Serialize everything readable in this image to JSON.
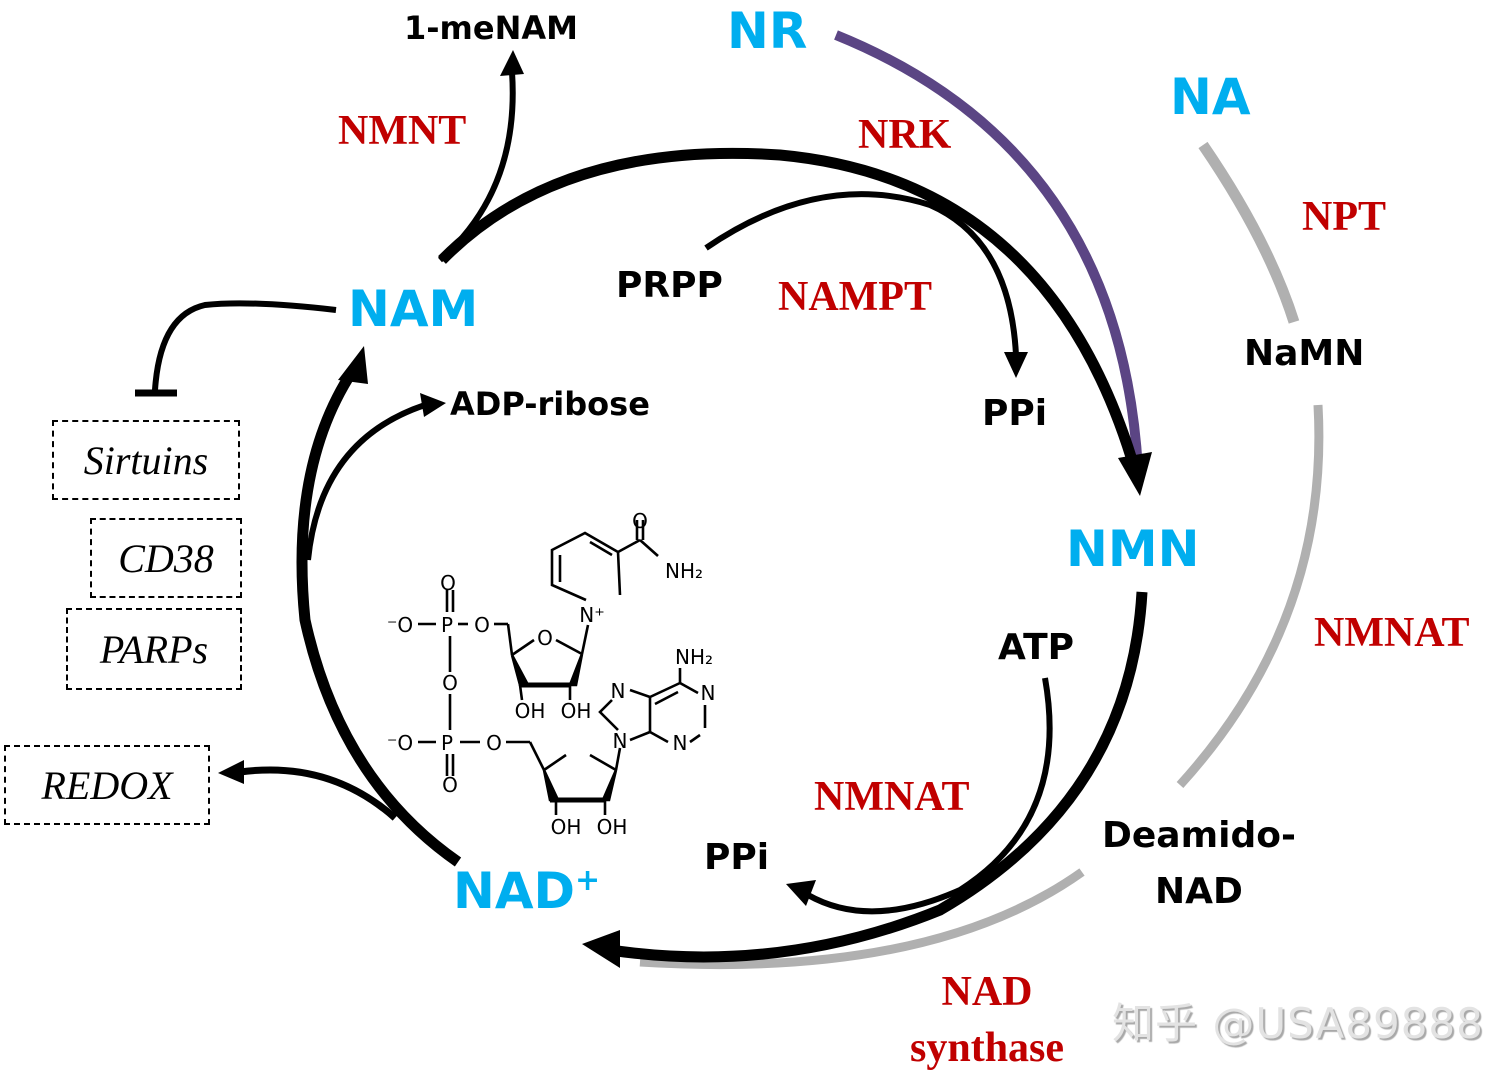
{
  "title": "NAD+ salvage and biosynthesis pathway",
  "colors": {
    "metabolite_main": "#00aeef",
    "enzyme": "#c00000",
    "text": "#000000",
    "nr_pathway": "#5b4584",
    "na_pathway": "#b0b0b0",
    "arrows": "#000000"
  },
  "metabolites": {
    "nam": "NAM",
    "nmn": "NMN",
    "nad": "NAD",
    "nad_sup": "+",
    "nr": "NR",
    "na": "NA",
    "one_me_nam": "1-meNAM",
    "prpp": "PRPP",
    "ppi_top": "PPi",
    "adp_ribose": "ADP-ribose",
    "atp": "ATP",
    "ppi_bottom": "PPi",
    "namn": "NaMN",
    "deamido_line1": "Deamido-",
    "deamido_line2": "NAD"
  },
  "enzymes": {
    "nmnt": "NMNT",
    "nrk": "NRK",
    "npt": "NPT",
    "nampt": "NAMPT",
    "nmnat_right": "NMNAT",
    "nmnat_bottom": "NMNAT",
    "nad_synthase_line1": "NAD",
    "nad_synthase_line2": "synthase"
  },
  "consumers": {
    "sirtuins": "Sirtuins",
    "cd38": "CD38",
    "parps": "PARPs",
    "redox": "REDOX"
  },
  "structure": {
    "name": "NAD+ chemical structure",
    "labels": {
      "o": "O",
      "p": "P",
      "o_minus": "⁻O",
      "nh2": "NH₂",
      "n": "N",
      "n_plus": "N⁺",
      "oh": "OH"
    }
  },
  "watermark": "知乎 @USA89888"
}
